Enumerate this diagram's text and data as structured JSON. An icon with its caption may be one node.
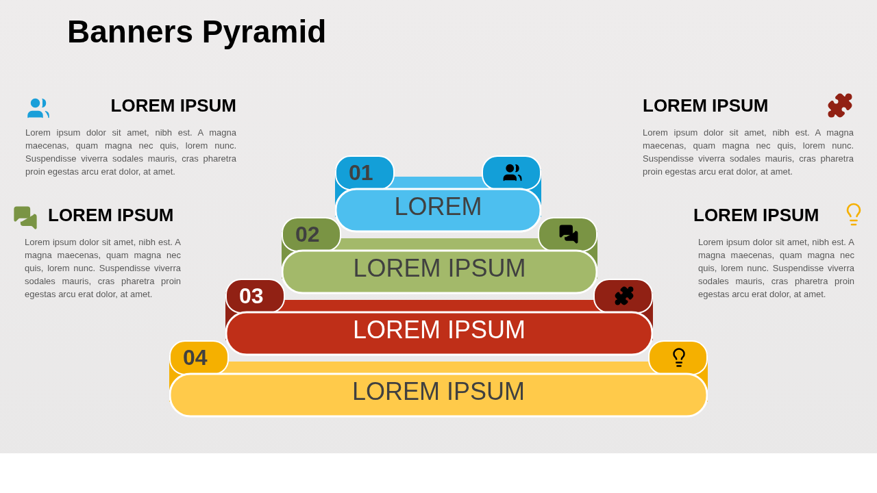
{
  "diagram": {
    "title": "Banners Pyramid",
    "nodes": [
      {
        "text": [
          "01",
          "LOREM"
        ]
      },
      {
        "text": [
          "02",
          "LOREM IPSUM"
        ]
      },
      {
        "text": [
          "03",
          "LOREM IPSUM"
        ]
      },
      {
        "text": [
          "04",
          "LOREM IPSUM"
        ]
      }
    ],
    "labels": [
      "LOREM IPSUM",
      "Lorem ipsum dolor sit amet, nibh est. A magna maecenas, quam magna nec quis, lorem nunc. Suspendisse viverra sodales mauris, cras pharetra proin egestas arcu erat dolor, at amet.",
      "LOREM IPSUM",
      "Lorem ipsum dolor sit amet, nibh est. A magna maecenas, quam magna nec quis, lorem nunc. Suspendisse viverra sodales mauris, cras pharetra proin egestas arcu erat dolor, at amet.",
      "LOREM IPSUM",
      "Lorem ipsum dolor sit amet, nibh est. A magna maecenas, quam magna nec quis, lorem nunc. Suspendisse viverra sodales mauris, cras pharetra proin egestas arcu erat dolor, at amet.",
      "LOREM IPSUM",
      "Lorem ipsum dolor sit amet, nibh est. A magna maecenas, quam magna nec quis, lorem nunc. Suspendisse viverra sodales mauris, cras pharetra proin egestas arcu erat dolor, at amet."
    ]
  }
}
